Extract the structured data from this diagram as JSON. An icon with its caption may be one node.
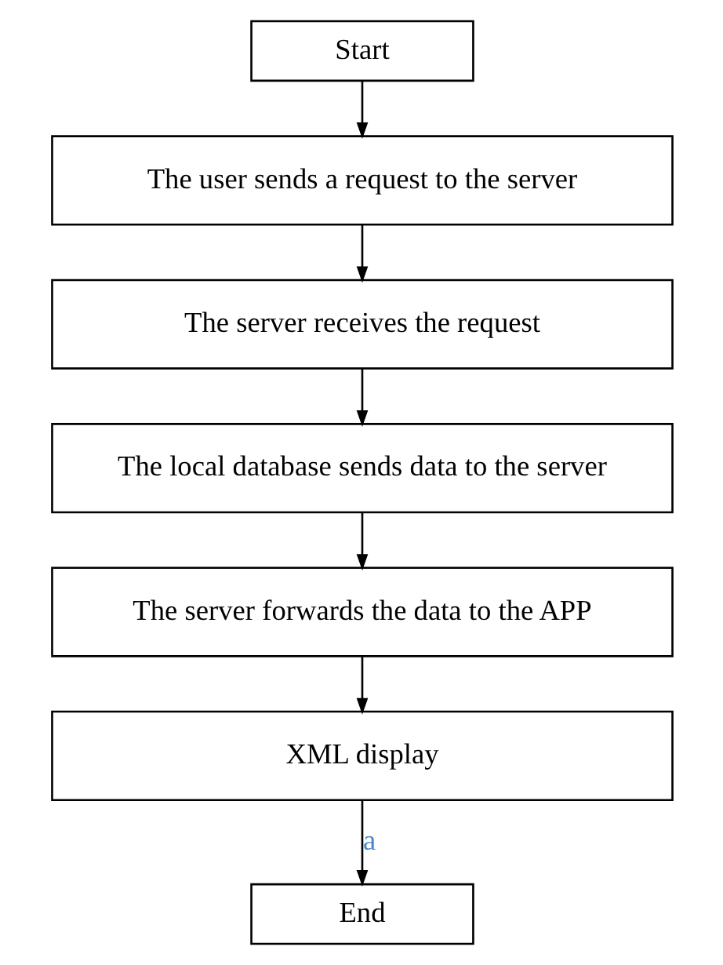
{
  "diagram": {
    "nodes": [
      {
        "text": [
          "Start"
        ]
      },
      {
        "text": [
          "The user sends a request to the server"
        ]
      },
      {
        "text": [
          "The server receives the request"
        ]
      },
      {
        "text": [
          "The local database sends data to the server"
        ]
      },
      {
        "text": [
          "The server forwards the data to the APP"
        ]
      },
      {
        "text": [
          "XML display"
        ]
      },
      {
        "text": [
          "End"
        ]
      }
    ],
    "edges": [
      {
        "from": 0,
        "to": 1,
        "arrow": "to"
      },
      {
        "from": 1,
        "to": 2,
        "arrow": "to"
      },
      {
        "from": 2,
        "to": 3,
        "arrow": "to"
      },
      {
        "from": 3,
        "to": 4,
        "arrow": "to"
      },
      {
        "from": 4,
        "to": 5,
        "arrow": "to"
      },
      {
        "from": 5,
        "to": 6,
        "arrow": "to",
        "label": "a"
      }
    ]
  }
}
